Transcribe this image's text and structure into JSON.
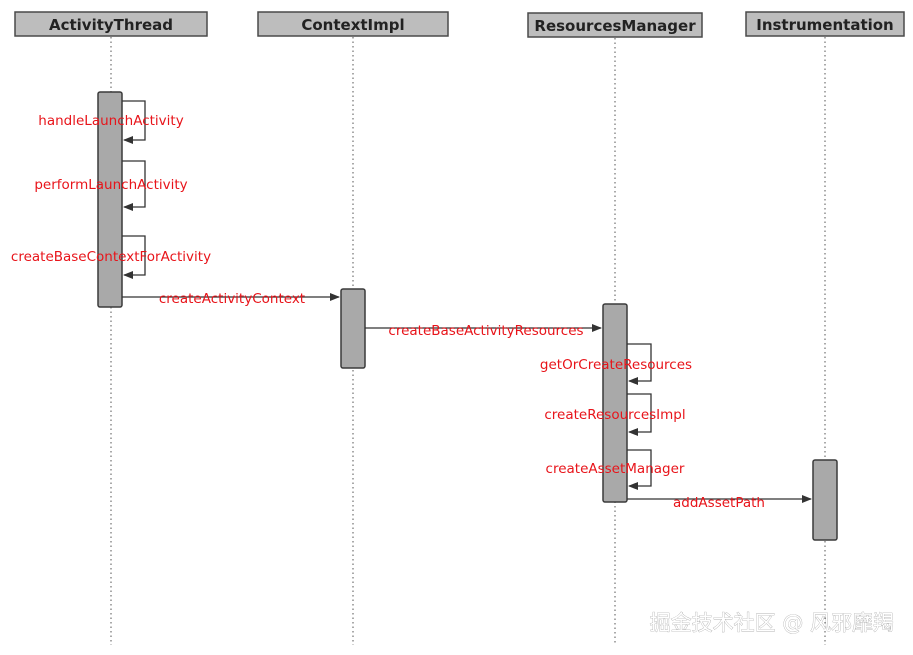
{
  "participants": [
    {
      "id": "at",
      "label": "ActivityThread"
    },
    {
      "id": "ci",
      "label": "ContextImpl"
    },
    {
      "id": "rm",
      "label": "ResourcesManager"
    },
    {
      "id": "in",
      "label": "Instrumentation"
    }
  ],
  "messages": [
    {
      "id": "m1",
      "label": "handleLaunchActivity",
      "from": "at",
      "to": "at"
    },
    {
      "id": "m2",
      "label": "performLaunchActivity",
      "from": "at",
      "to": "at"
    },
    {
      "id": "m3",
      "label": "createBaseContextForActivity",
      "from": "at",
      "to": "at"
    },
    {
      "id": "m4",
      "label": "createActivityContext",
      "from": "at",
      "to": "ci"
    },
    {
      "id": "m5",
      "label": "createBaseActivityResources",
      "from": "ci",
      "to": "rm"
    },
    {
      "id": "m6",
      "label": "getOrCreateResources",
      "from": "rm",
      "to": "rm"
    },
    {
      "id": "m7",
      "label": "createResourcesImpl",
      "from": "rm",
      "to": "rm"
    },
    {
      "id": "m8",
      "label": "createAssetManager",
      "from": "rm",
      "to": "rm"
    },
    {
      "id": "m9",
      "label": "addAssetPath",
      "from": "rm",
      "to": "in"
    }
  ],
  "watermark": "掘金技术社区 @ 风邪靡羯"
}
